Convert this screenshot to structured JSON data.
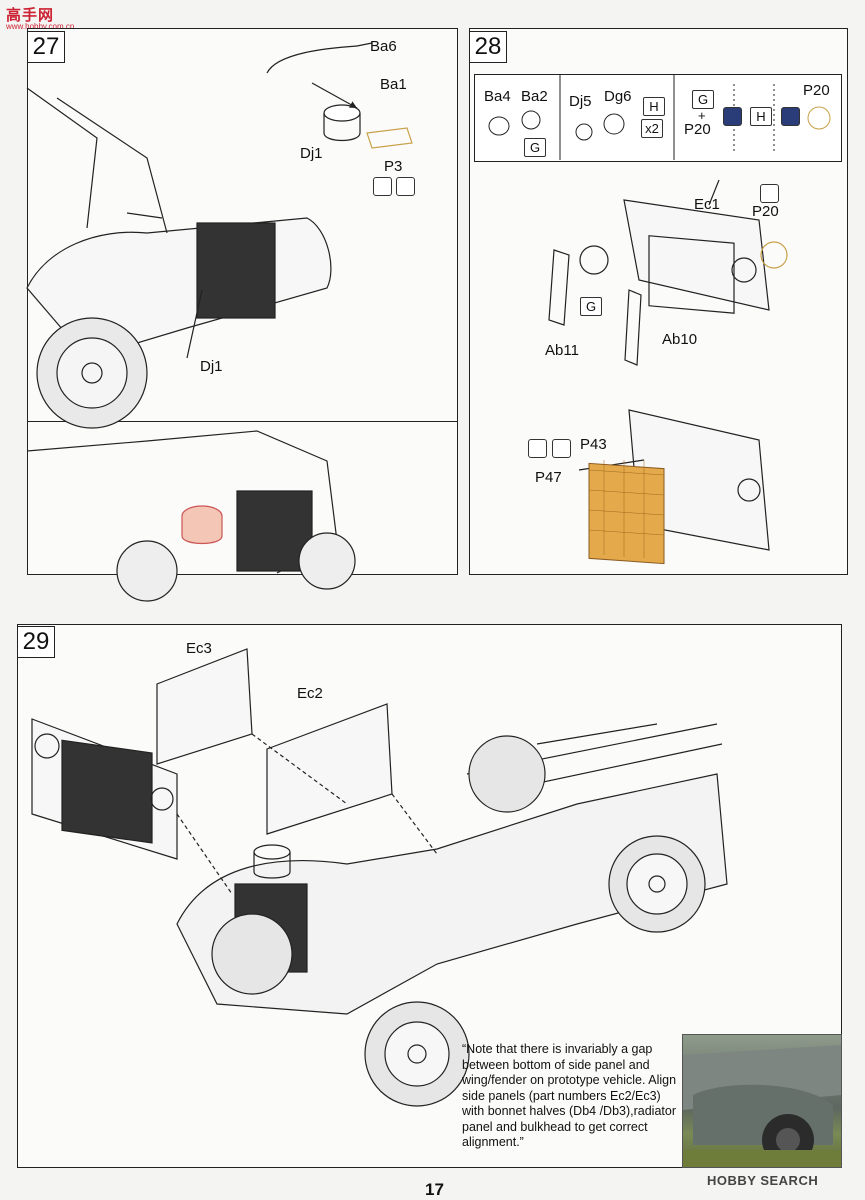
{
  "watermark": {
    "logo_text": "高手网",
    "url": "www.hobby.com.cn",
    "bottom_brand": "HOBBY SEARCH"
  },
  "steps": {
    "s27": {
      "number": "27",
      "labels": {
        "ba6": "Ba6",
        "ba1": "Ba1",
        "dj1_top": "Dj1",
        "p3": "P3",
        "dj1_bottom": "Dj1"
      }
    },
    "s28": {
      "number": "28",
      "legend": {
        "ba4": "Ba4",
        "ba2": "Ba2",
        "g1": "G",
        "dj5": "Dj5",
        "dg6": "Dg6",
        "h": "H",
        "x2": "x2",
        "g2": "G",
        "plus": "+",
        "p20a": "P20",
        "h2": "H",
        "p20b": "P20"
      },
      "labels": {
        "ec1": "Ec1",
        "p20": "P20",
        "g": "G",
        "ab11": "Ab11",
        "ab10": "Ab10",
        "p43": "P43",
        "p47": "P47"
      }
    },
    "s29": {
      "number": "29",
      "labels": {
        "ec3": "Ec3",
        "ec2": "Ec2"
      }
    }
  },
  "note": "“Note that there is invariably a gap between bottom of side panel and wing/fender on prototype vehicle. Align side panels (part numbers Ec2/Ec3) with bonnet halves (Db4 /Db3),radiator panel and bulkhead to get correct alignment.”",
  "page_number": "17"
}
